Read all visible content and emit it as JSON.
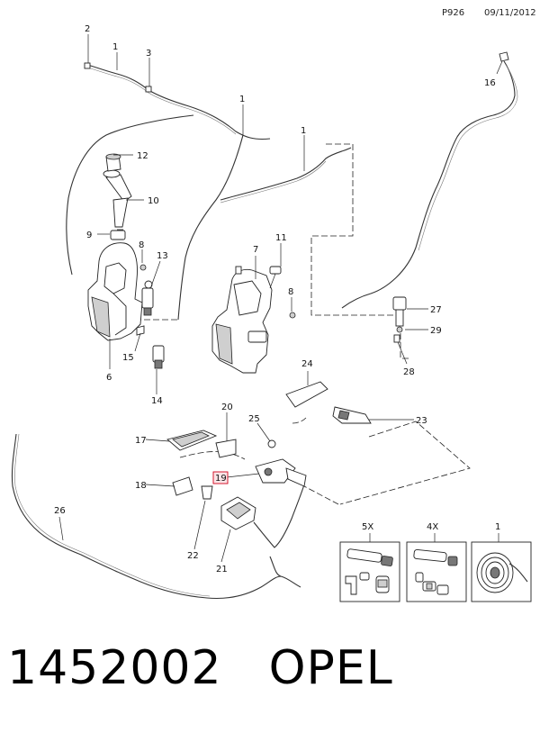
{
  "header": {
    "code": "P926",
    "date": "09/11/2012"
  },
  "footer": {
    "part_number": "1452002",
    "brand": "OPEL"
  },
  "callouts": {
    "c1a": "1",
    "c1b": "1",
    "c1c": "1",
    "c1d": "1",
    "c2": "2",
    "c3": "3",
    "c6": "6",
    "c7": "7",
    "c8a": "8",
    "c8b": "8",
    "c9": "9",
    "c10": "10",
    "c11": "11",
    "c12": "12",
    "c13": "13",
    "c14": "14",
    "c15": "15",
    "c16": "16",
    "c17": "17",
    "c18": "18",
    "c19": "19",
    "c20": "20",
    "c21": "21",
    "c22": "22",
    "c23": "23",
    "c24": "24",
    "c25": "25",
    "c26": "26",
    "c27": "27",
    "c28": "28",
    "c29": "29"
  },
  "kits": {
    "kit1_qty": "5X",
    "kit2_qty": "4X",
    "kit3_label": "1"
  },
  "colors": {
    "line": "#222222",
    "highlight": "#d0021b",
    "shade": "#cfcfcf"
  }
}
